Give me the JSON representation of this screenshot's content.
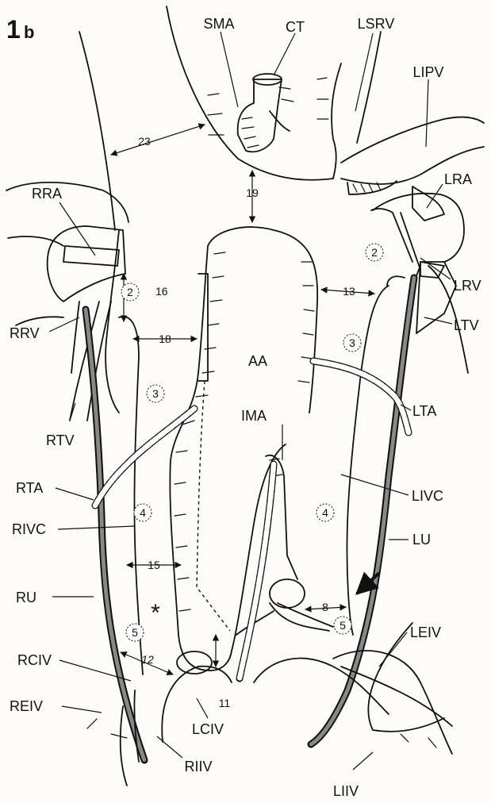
{
  "figure": {
    "panel_label": "1",
    "panel_sub": "b",
    "labels": {
      "sma": "SMA",
      "ct": "CT",
      "lsrv": "LSRV",
      "lipv": "LIPV",
      "rra": "RRA",
      "lra": "LRA",
      "rrv": "RRV",
      "lrv": "LRV",
      "ltv": "LTV",
      "rtv": "RTV",
      "aa": "AA",
      "ima": "IMA",
      "lta": "LTA",
      "rta": "RTA",
      "livc": "LIVC",
      "rivc": "RIVC",
      "lu": "LU",
      "ru": "RU",
      "rciv": "RCIV",
      "leiv": "LEIV",
      "reiv": "REIV",
      "lciv": "LCIV",
      "riiv": "RIIV",
      "liiv": "LIIV",
      "asterisk": "*"
    },
    "measurements": {
      "m23": "23",
      "m19": "19",
      "m16": "16",
      "m18": "18",
      "m13": "13",
      "m15": "15",
      "m12": "12",
      "m11": "11",
      "m8": "8"
    },
    "circled": {
      "c2_right": "2",
      "c2_left": "2",
      "c3_left": "3",
      "c3_right": "3",
      "c4_left": "4",
      "c4_right": "4",
      "c5_left": "5",
      "c5_right": "5"
    }
  }
}
